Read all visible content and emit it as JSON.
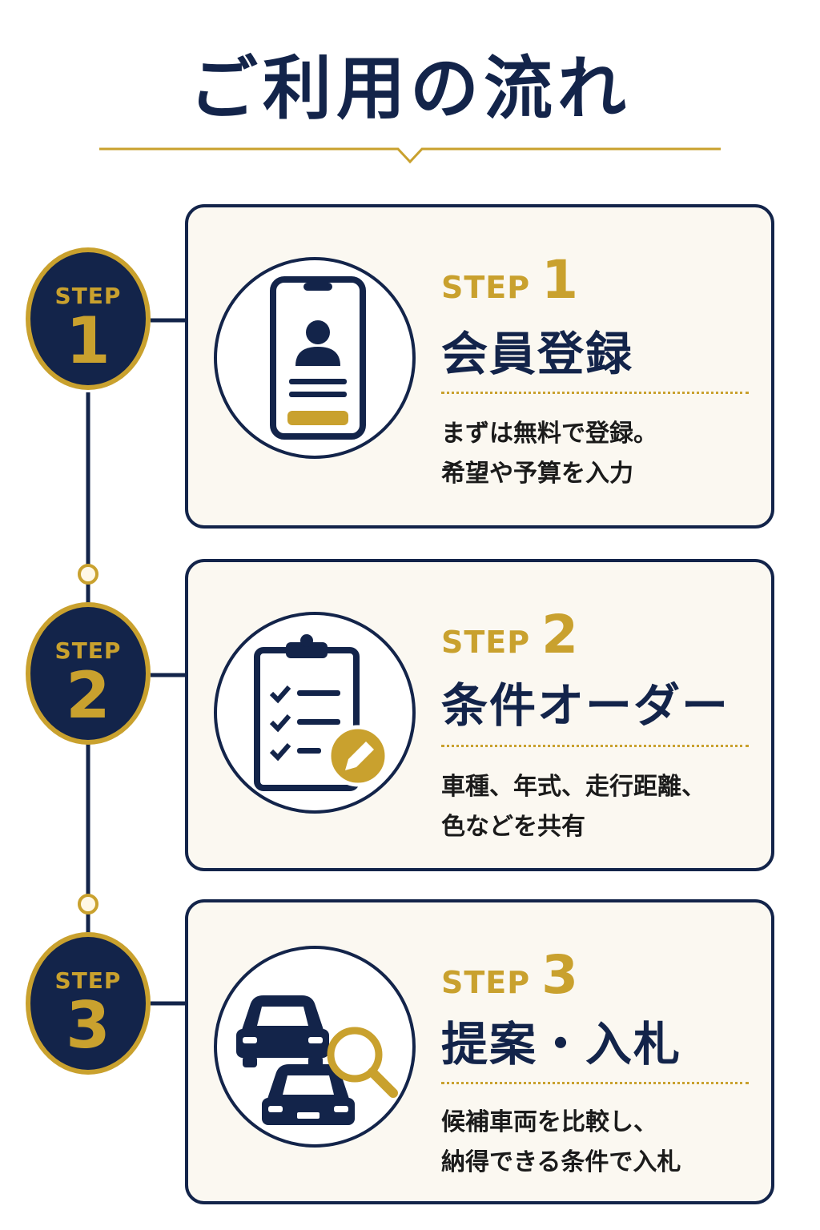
{
  "page": {
    "title": "ご利用の流れ"
  },
  "colors": {
    "navy": "#13244a",
    "gold": "#c9a12e",
    "card_bg": "#fbf8f1"
  },
  "steps": [
    {
      "badge_label": "STEP",
      "number": "1",
      "card_label": "STEP",
      "title": "会員登録",
      "desc_line1": "まずは無料で登録。",
      "desc_line2": "希望や予算を入力",
      "icon": "smartphone-profile-icon"
    },
    {
      "badge_label": "STEP",
      "number": "2",
      "card_label": "STEP",
      "title": "条件オーダー",
      "desc_line1": "車種、年式、走行距離、",
      "desc_line2": "色などを共有",
      "icon": "clipboard-checklist-icon"
    },
    {
      "badge_label": "STEP",
      "number": "3",
      "card_label": "STEP",
      "title": "提案・入札",
      "desc_line1": "候補車両を比較し、",
      "desc_line2": "納得できる条件で入札",
      "icon": "cars-search-icon"
    }
  ]
}
